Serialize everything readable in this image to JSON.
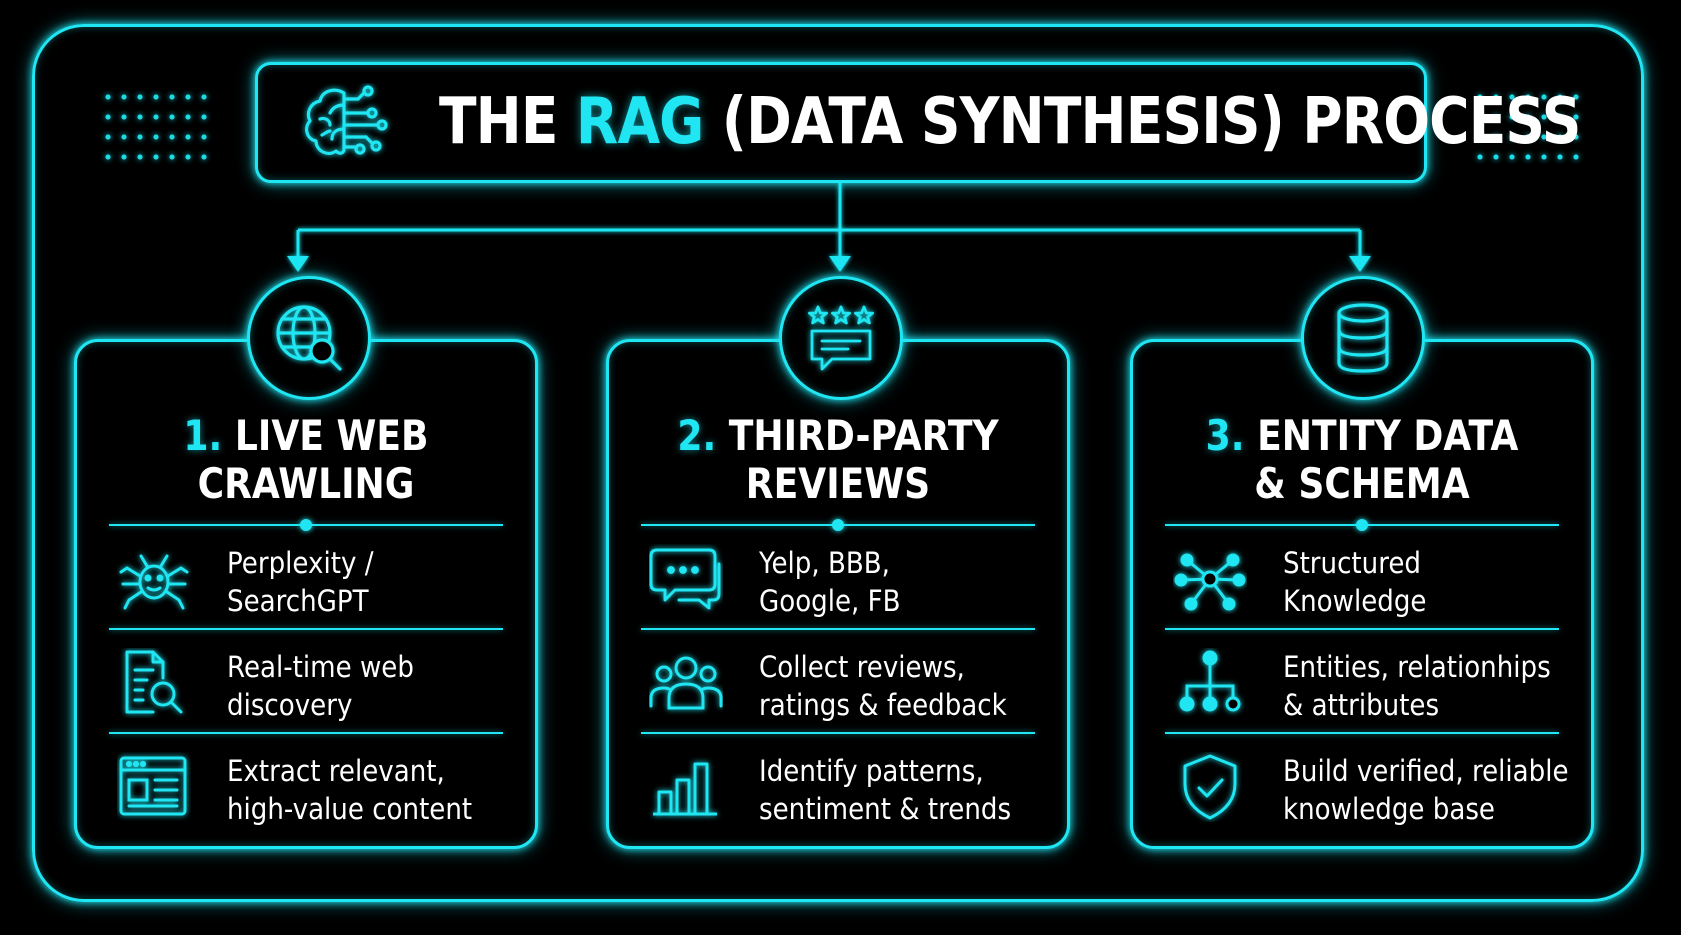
{
  "title": {
    "prefix": "THE ",
    "accent": "RAG",
    "suffix": " (DATA SYNTHESIS) PROCESS",
    "icon": "brain-circuit-icon"
  },
  "accent_color": "#1fe6f2",
  "background_color": "#000000",
  "cards": [
    {
      "number": "1.",
      "title_line1": "LIVE WEB",
      "title_line2": "CRAWLING",
      "icon": "globe-search-icon",
      "items": [
        {
          "icon": "spider-icon",
          "line1": "Perplexity /",
          "line2": "SearchGPT"
        },
        {
          "icon": "document-search-icon",
          "line1": "Real-time web",
          "line2": "discovery"
        },
        {
          "icon": "browser-window-icon",
          "line1": "Extract relevant,",
          "line2": "high-value content"
        }
      ]
    },
    {
      "number": "2.",
      "title_line1": "THIRD-PARTY",
      "title_line2": "REVIEWS",
      "icon": "star-rating-chat-icon",
      "items": [
        {
          "icon": "chat-bubbles-icon",
          "line1": "Yelp, BBB,",
          "line2": "Google, FB"
        },
        {
          "icon": "users-group-icon",
          "line1": "Collect reviews,",
          "line2": "ratings & feedback"
        },
        {
          "icon": "bar-chart-icon",
          "line1": "Identify patterns,",
          "line2": "sentiment & trends"
        }
      ]
    },
    {
      "number": "3.",
      "title_line1": "ENTITY DATA",
      "title_line2": "& SCHEMA",
      "icon": "database-icon",
      "items": [
        {
          "icon": "network-nodes-icon",
          "line1": "Structured",
          "line2": "Knowledge"
        },
        {
          "icon": "hierarchy-icon",
          "line1": "Entities, relationhips",
          "line2": "& attributes"
        },
        {
          "icon": "shield-check-icon",
          "line1": "Build verified, reliable",
          "line2": "knowledge base"
        }
      ]
    }
  ]
}
